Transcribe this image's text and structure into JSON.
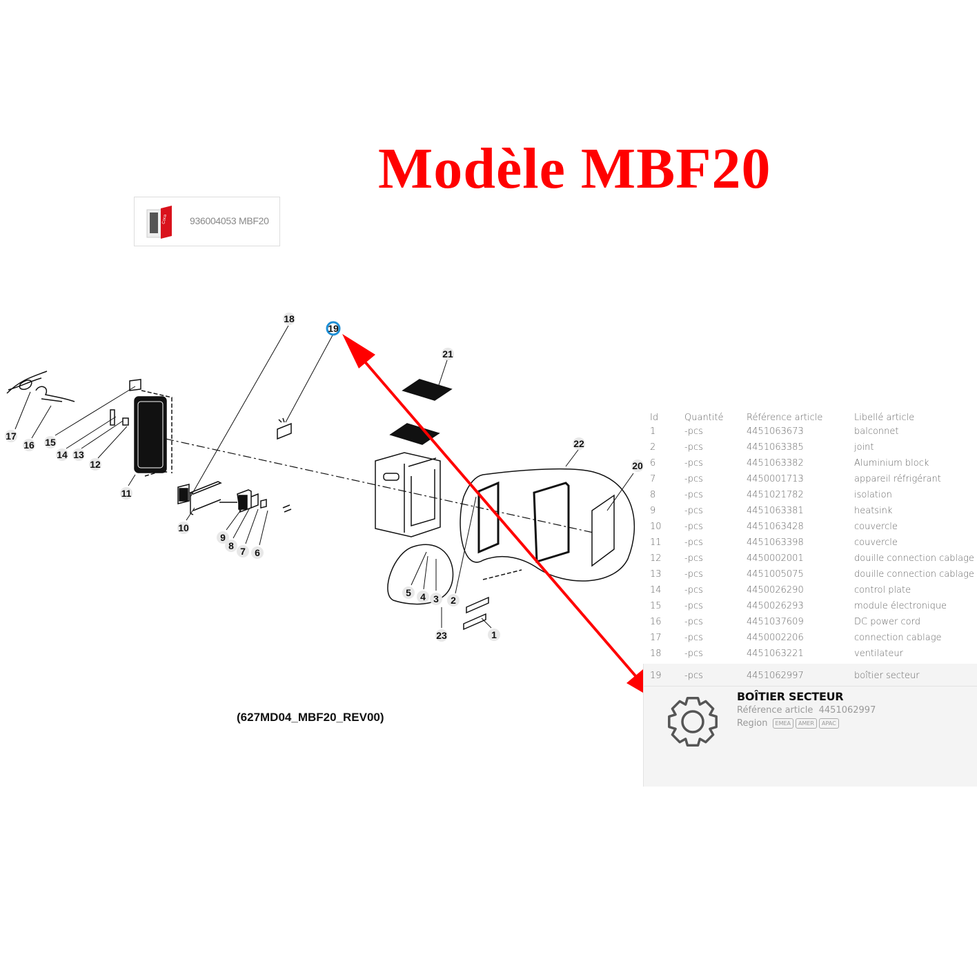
{
  "title": "Modèle MBF20",
  "product": {
    "label": "936004053 MBF20"
  },
  "diagram": {
    "code": "(627MD04_MBF20_REV00)",
    "callouts": [
      "17",
      "16",
      "15",
      "14",
      "13",
      "12",
      "11",
      "10",
      "9",
      "8",
      "7",
      "6",
      "18",
      "19",
      "21",
      "22",
      "20",
      "5",
      "4",
      "3",
      "2",
      "23",
      "1"
    ],
    "highlighted": "19"
  },
  "colors": {
    "title": "#ff0000",
    "arrow": "#ff0000",
    "highlight": "#1e8fd6"
  },
  "table": {
    "headers": {
      "id": "Id",
      "qty": "Quantité",
      "ref": "Référence article",
      "label": "Libellé article"
    },
    "rows": [
      {
        "id": "1",
        "qty": "-pcs",
        "ref": "4451063673",
        "label": "balconnet"
      },
      {
        "id": "2",
        "qty": "-pcs",
        "ref": "4451063385",
        "label": "joint"
      },
      {
        "id": "6",
        "qty": "-pcs",
        "ref": "4451063382",
        "label": "Aluminium block"
      },
      {
        "id": "7",
        "qty": "-pcs",
        "ref": "4450001713",
        "label": "appareil réfrigérant"
      },
      {
        "id": "8",
        "qty": "-pcs",
        "ref": "4451021782",
        "label": "isolation"
      },
      {
        "id": "9",
        "qty": "-pcs",
        "ref": "4451063381",
        "label": "heatsink"
      },
      {
        "id": "10",
        "qty": "-pcs",
        "ref": "4451063428",
        "label": "couvercle"
      },
      {
        "id": "11",
        "qty": "-pcs",
        "ref": "4451063398",
        "label": "couvercle"
      },
      {
        "id": "12",
        "qty": "-pcs",
        "ref": "4450002001",
        "label": "douille connection cablage"
      },
      {
        "id": "13",
        "qty": "-pcs",
        "ref": "4451005075",
        "label": "douille connection cablage"
      },
      {
        "id": "14",
        "qty": "-pcs",
        "ref": "4450026290",
        "label": "control plate"
      },
      {
        "id": "15",
        "qty": "-pcs",
        "ref": "4450026293",
        "label": "module électronique"
      },
      {
        "id": "16",
        "qty": "-pcs",
        "ref": "4451037609",
        "label": "DC power cord"
      },
      {
        "id": "17",
        "qty": "-pcs",
        "ref": "4450002206",
        "label": "connection cablage"
      },
      {
        "id": "18",
        "qty": "-pcs",
        "ref": "4451063221",
        "label": "ventilateur"
      },
      {
        "id": "19",
        "qty": "-pcs",
        "ref": "4451062997",
        "label": "boîtier secteur"
      }
    ]
  },
  "detail": {
    "title": "BOÎTIER SECTEUR",
    "ref_label": "Référence article",
    "ref_value": "4451062997",
    "region_label": "Region",
    "regions": [
      "EMEA",
      "AMER",
      "APAC"
    ],
    "icon": "gear-icon"
  }
}
